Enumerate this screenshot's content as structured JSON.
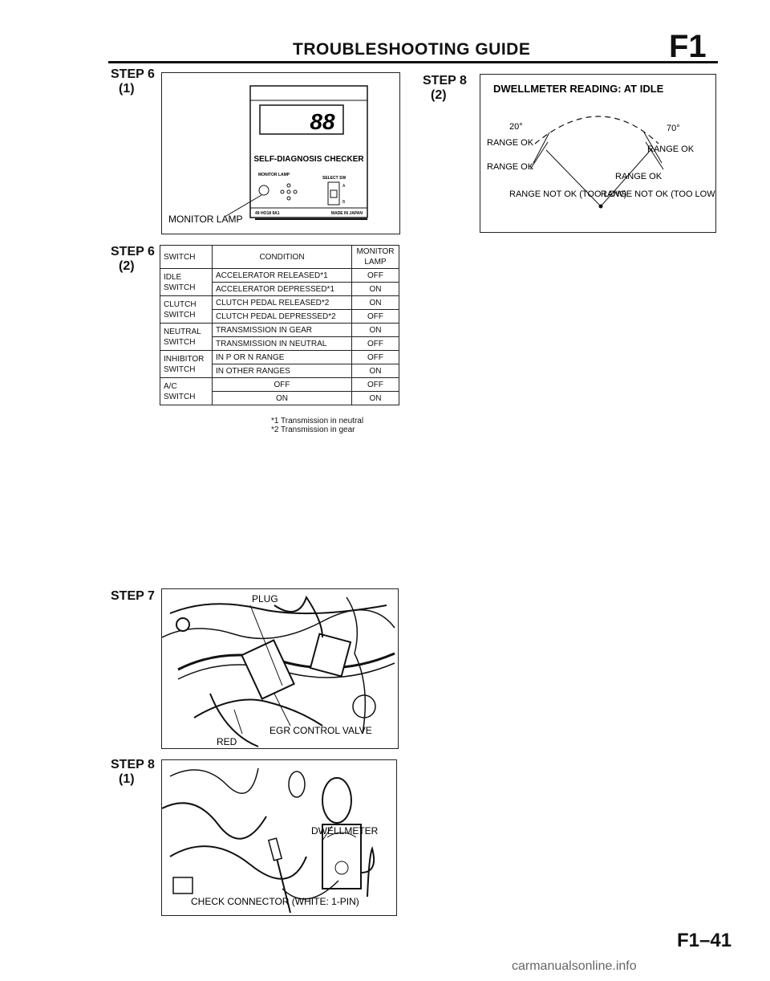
{
  "header": {
    "title": "TROUBLESHOOTING GUIDE",
    "section": "F1"
  },
  "steps": {
    "s6_1": {
      "label": "STEP 6",
      "sub": "(1)"
    },
    "s6_2": {
      "label": "STEP 6",
      "sub": "(2)"
    },
    "s7": {
      "label": "STEP 7"
    },
    "s8_1": {
      "label": "STEP 8",
      "sub": "(1)"
    },
    "s8_2": {
      "label": "STEP 8",
      "sub": "(2)"
    }
  },
  "checker": {
    "display": "88",
    "name": "SELF-DIAGNOSIS CHECKER",
    "monitor_lamp_small": "MONITOR LAMP",
    "select_sw": "SELECT SW",
    "sw_a": "A",
    "sw_b": "B",
    "part_no": "49 HO18 9A1",
    "made_in": "MADE IN JAPAN",
    "callout": "MONITOR LAMP"
  },
  "table": {
    "headers": [
      "SWITCH",
      "CONDITION",
      "MONITOR LAMP"
    ],
    "groups": [
      {
        "switch": "IDLE SWITCH",
        "rows": [
          [
            "ACCELERATOR RELEASED*1",
            "OFF"
          ],
          [
            "ACCELERATOR DEPRESSED*1",
            "ON"
          ]
        ]
      },
      {
        "switch": "CLUTCH SWITCH",
        "rows": [
          [
            "CLUTCH PEDAL RELEASED*2",
            "ON"
          ],
          [
            "CLUTCH PEDAL DEPRESSED*2",
            "OFF"
          ]
        ]
      },
      {
        "switch": "NEUTRAL SWITCH",
        "rows": [
          [
            "TRANSMISSION IN GEAR",
            "ON"
          ],
          [
            "TRANSMISSION IN NEUTRAL",
            "OFF"
          ]
        ]
      },
      {
        "switch": "INHIBITOR SWITCH",
        "rows": [
          [
            "IN P OR N RANGE",
            "OFF"
          ],
          [
            "IN OTHER RANGES",
            "ON"
          ]
        ]
      },
      {
        "switch": "A/C SWITCH",
        "rows": [
          [
            "OFF",
            "OFF"
          ],
          [
            "ON",
            "ON"
          ]
        ]
      }
    ],
    "footnotes": [
      "*1 Transmission in neutral",
      "*2 Transmission in gear"
    ]
  },
  "dwell": {
    "title": "DWELLMETER READING: AT IDLE",
    "deg_left": "20°",
    "deg_right": "70°",
    "range_ok": "RANGE OK",
    "range_not_ok": "RANGE NOT OK (TOO LOW)"
  },
  "step7": {
    "plug": "PLUG",
    "red": "RED",
    "egr": "EGR CONTROL VALVE"
  },
  "step8": {
    "dwellmeter": "DWELLMETER",
    "connector": "CHECK CONNECTOR (WHITE: 1-PIN)"
  },
  "footer": {
    "page": "F1–41"
  },
  "watermark": "carmanualsonline.info"
}
